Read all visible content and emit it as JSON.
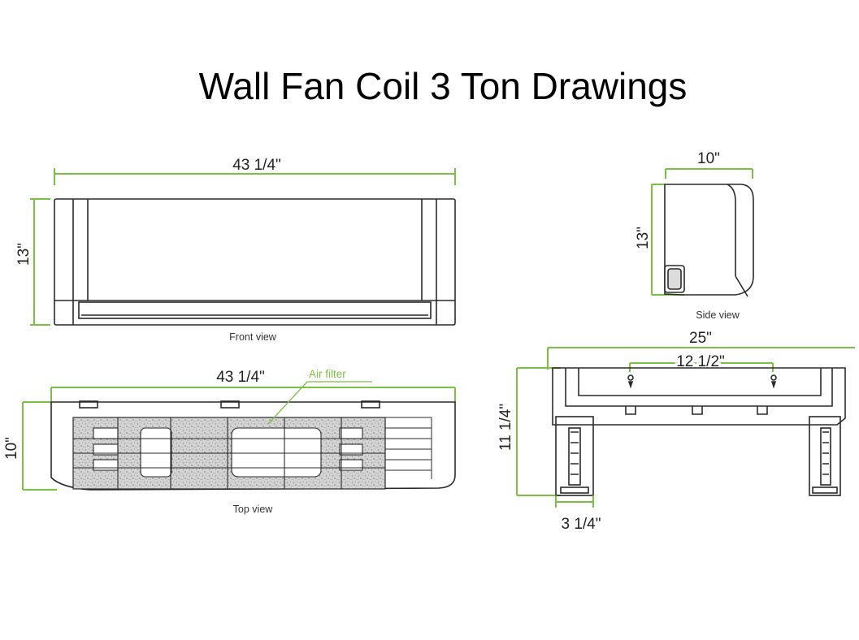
{
  "title": "Wall Fan Coil 3 Ton Drawings",
  "colors": {
    "dimension_line": "#7bc043",
    "outline": "#2a2a2a",
    "filter_fill": "#cfcfcf"
  },
  "front_view": {
    "caption": "Front view",
    "width_label": "43 1/4\"",
    "height_label": "13\""
  },
  "top_view": {
    "caption": "Top view",
    "width_label": "43 1/4\"",
    "depth_label": "10\"",
    "callout_label": "Air filter"
  },
  "side_view": {
    "caption": "Side view",
    "depth_label": "10\"",
    "height_label": "13\""
  },
  "wall_plate": {
    "width_label": "25\"",
    "hole_spacing_label": "12 1/2\"",
    "height_label": "11 1/4\"",
    "bracket_label": "3 1/4\""
  }
}
